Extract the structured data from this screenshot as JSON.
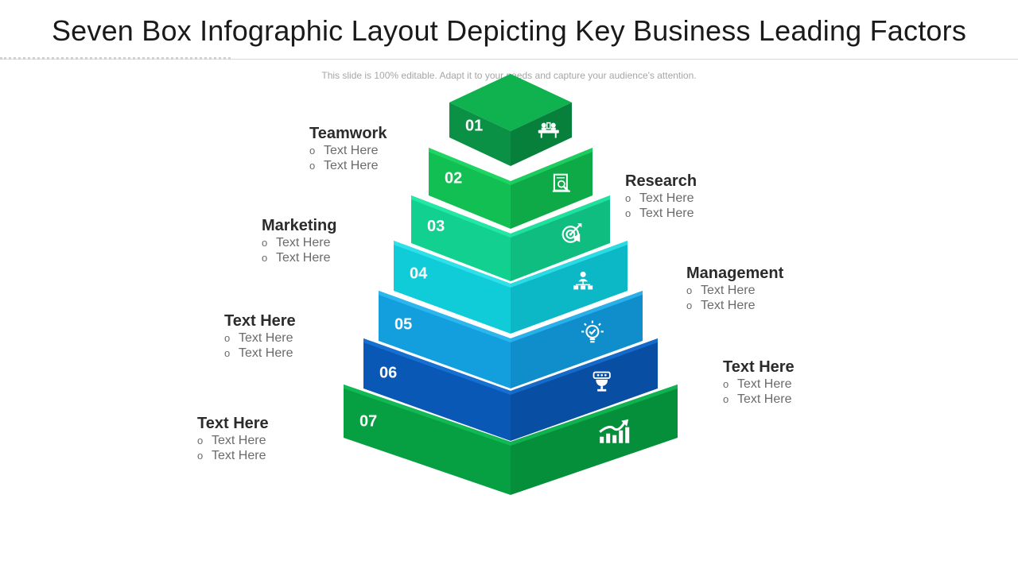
{
  "title": "Seven Box Infographic Layout Depicting Key Business Leading Factors",
  "subtitle": "This slide is 100% editable. Adapt it to your needs and capture your audience's attention.",
  "bullet_glyph": "o",
  "levels": [
    {
      "number": "01",
      "icon": "teamwork-icon",
      "front": "#0a9146",
      "side": "#07803c",
      "top": "#0fb24f"
    },
    {
      "number": "02",
      "icon": "research-icon",
      "front": "#12bf52",
      "side": "#0faa48",
      "top": "#1ed462"
    },
    {
      "number": "03",
      "icon": "target-icon",
      "front": "#12d08f",
      "side": "#0fbd81",
      "top": "#22e7a5"
    },
    {
      "number": "04",
      "icon": "management-icon",
      "front": "#10cbd8",
      "side": "#0cb8c5",
      "top": "#2ee0ea"
    },
    {
      "number": "05",
      "icon": "lightbulb-icon",
      "front": "#139fde",
      "side": "#0f8ecb",
      "top": "#2bb6ee"
    },
    {
      "number": "06",
      "icon": "trophy-icon",
      "front": "#0a58b6",
      "side": "#084ea3",
      "top": "#1570d2"
    },
    {
      "number": "07",
      "icon": "growth-chart-icon",
      "front": "#06a043",
      "side": "#058f3b",
      "top": "#11b854"
    }
  ],
  "labels": [
    {
      "heading": "Teamwork",
      "items": [
        "Text Here",
        "Text Here"
      ]
    },
    {
      "heading": "Research",
      "items": [
        "Text Here",
        "Text Here"
      ]
    },
    {
      "heading": "Marketing",
      "items": [
        "Text Here",
        "Text Here"
      ]
    },
    {
      "heading": "Management",
      "items": [
        "Text Here",
        "Text Here"
      ]
    },
    {
      "heading": "Text Here",
      "items": [
        "Text Here",
        "Text Here"
      ]
    },
    {
      "heading": "Text Here",
      "items": [
        "Text Here",
        "Text Here"
      ]
    },
    {
      "heading": "Text Here",
      "items": [
        "Text Here",
        "Text Here"
      ]
    }
  ]
}
